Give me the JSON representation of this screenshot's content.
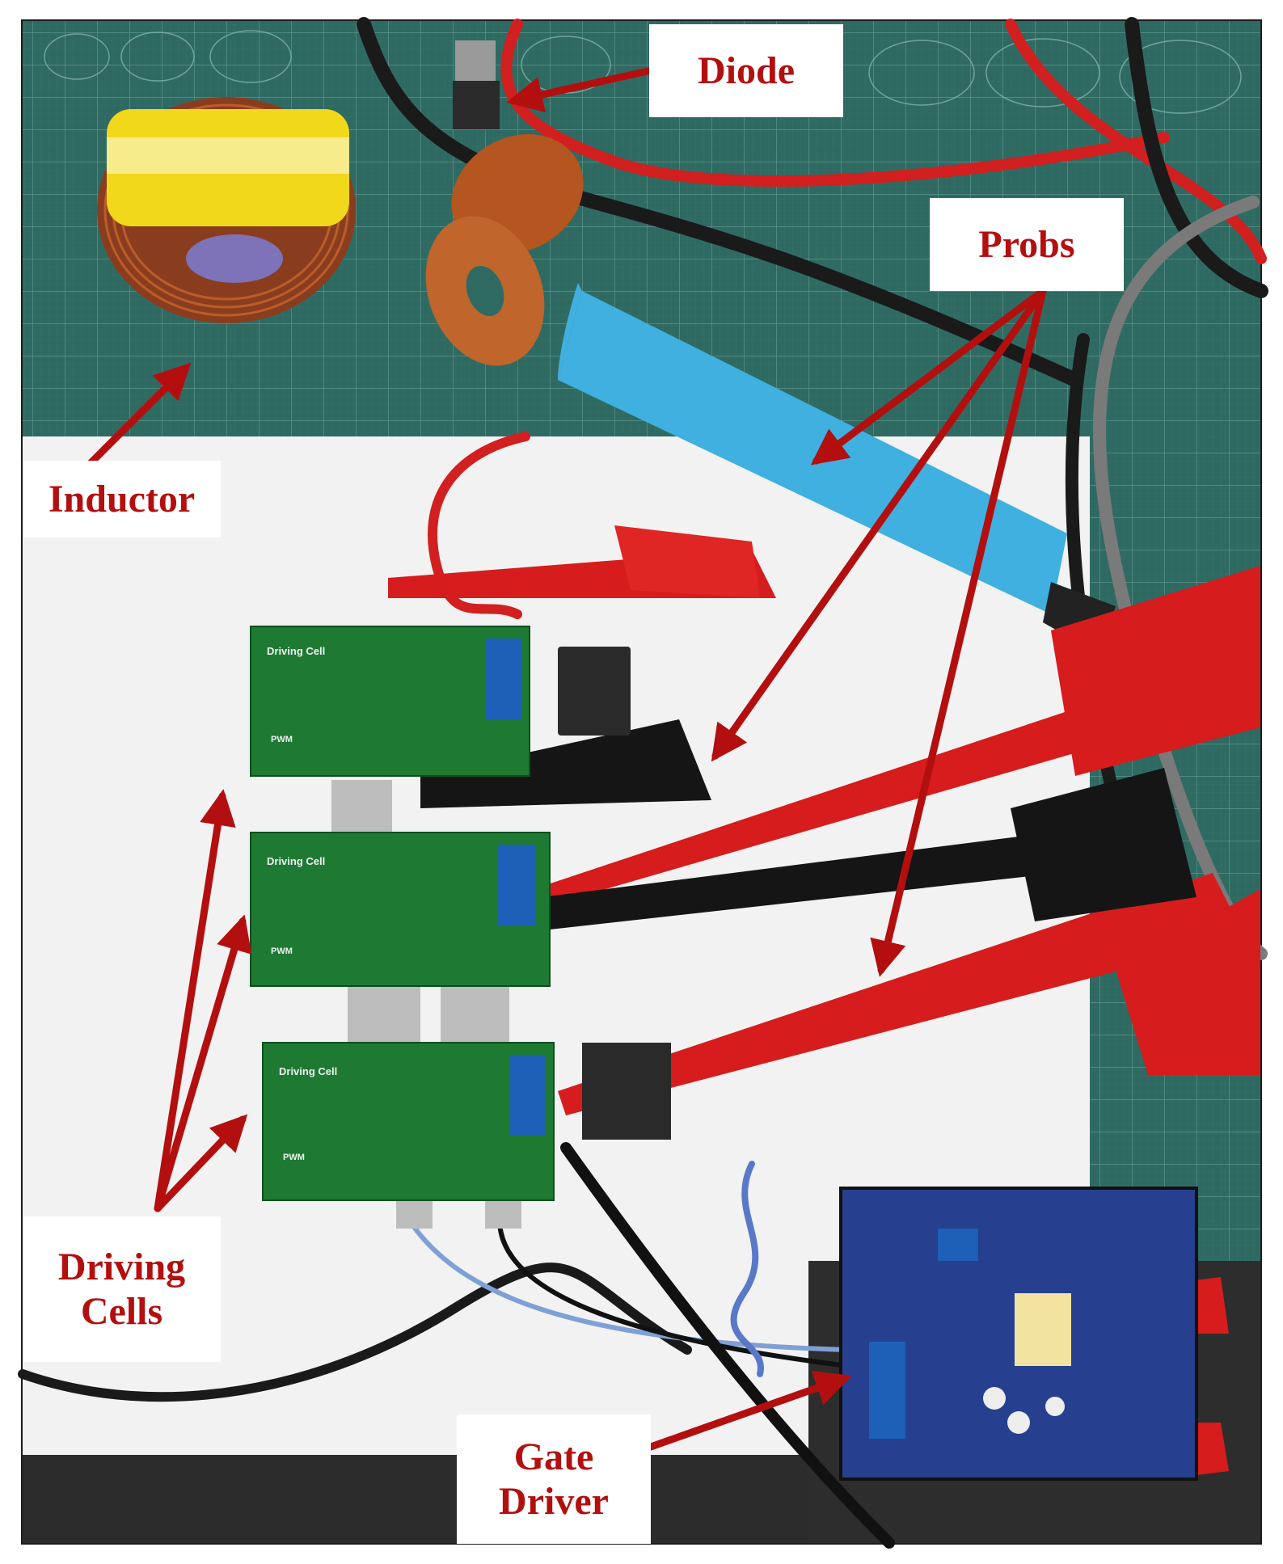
{
  "figure": {
    "labels": {
      "diode": "Diode",
      "probs": "Probs",
      "inductor": "Inductor",
      "driving_cells": [
        "Driving",
        "Cells"
      ],
      "gate_driver": [
        "Gate",
        "Driver"
      ],
      "board_text": "Driving Cell",
      "pwm_text": "PWM"
    },
    "colors": {
      "annotation": "#b30f0f",
      "mat": "#2f6a62",
      "paper": "#f2f2f2",
      "pcb_green": "#1e7a33",
      "pcb_blue": "#26408f",
      "probe_blue": "#3fb0e0",
      "probe_red": "#d61c1c"
    }
  }
}
